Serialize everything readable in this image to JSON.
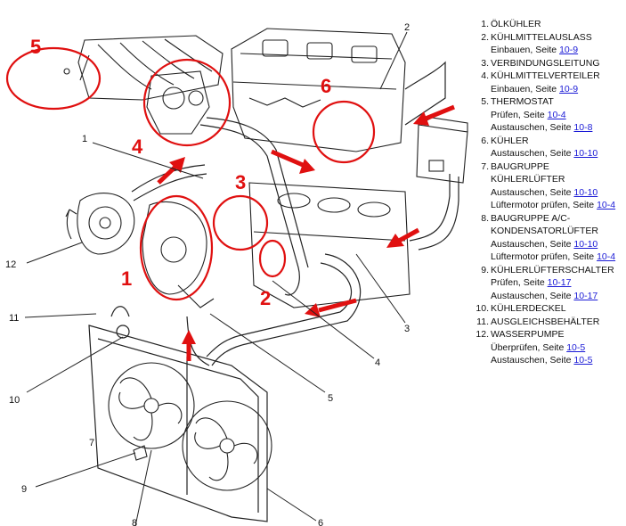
{
  "colors": {
    "highlight": "#e01010",
    "link": "#1a1ad6",
    "line": "#222222"
  },
  "red_labels": [
    "1",
    "2",
    "3",
    "4",
    "5",
    "6"
  ],
  "callouts": [
    "2",
    "1",
    "12",
    "11",
    "10",
    "9",
    "8",
    "7",
    "6",
    "5",
    "4",
    "3"
  ],
  "legend": [
    {
      "num": "1.",
      "title": "ÖLKÜHLER",
      "lines": []
    },
    {
      "num": "2.",
      "title": "KÜHLMITTELAUSLASS",
      "lines": [
        {
          "text": "Einbauen, Seite ",
          "link": "10-9"
        }
      ]
    },
    {
      "num": "3.",
      "title": "VERBINDUNGSLEITUNG",
      "lines": []
    },
    {
      "num": "4.",
      "title": "KÜHLMITTELVERTEILER",
      "lines": [
        {
          "text": "Einbauen, Seite ",
          "link": "10-9"
        }
      ]
    },
    {
      "num": "5.",
      "title": "THERMOSTAT",
      "lines": [
        {
          "text": "Prüfen, Seite ",
          "link": "10-4"
        },
        {
          "text": "Austauschen, Seite ",
          "link": "10-8"
        }
      ]
    },
    {
      "num": "6.",
      "title": "KÜHLER",
      "lines": [
        {
          "text": "Austauschen, Seite ",
          "link": "10-10"
        }
      ]
    },
    {
      "num": "7.",
      "title": "BAUGRUPPE KÜHLERLÜFTER",
      "lines": [
        {
          "text": "Austauschen, Seite ",
          "link": "10-10"
        },
        {
          "text": "Lüftermotor prüfen, Seite ",
          "link": "10-4"
        }
      ]
    },
    {
      "num": "8.",
      "title": "BAUGRUPPE A/C-KONDENSATORLÜFTER",
      "lines": [
        {
          "text": "Austauschen, Seite ",
          "link": "10-10"
        },
        {
          "text": "Lüftermotor prüfen, Seite ",
          "link": "10-4"
        }
      ]
    },
    {
      "num": "9.",
      "title": "KÜHLERLÜFTERSCHALTER",
      "lines": [
        {
          "text": "Prüfen, Seite ",
          "link": "10-17"
        },
        {
          "text": "Austauschen, Seite ",
          "link": "10-17"
        }
      ]
    },
    {
      "num": "10.",
      "title": "KÜHLERDECKEL",
      "lines": []
    },
    {
      "num": "11.",
      "title": "AUSGLEICHSBEHÄLTER",
      "lines": []
    },
    {
      "num": "12.",
      "title": "WASSERPUMPE",
      "lines": [
        {
          "text": "Überprüfen, Seite ",
          "link": "10-5"
        },
        {
          "text": "Austauschen, Seite ",
          "link": "10-5"
        }
      ]
    }
  ]
}
